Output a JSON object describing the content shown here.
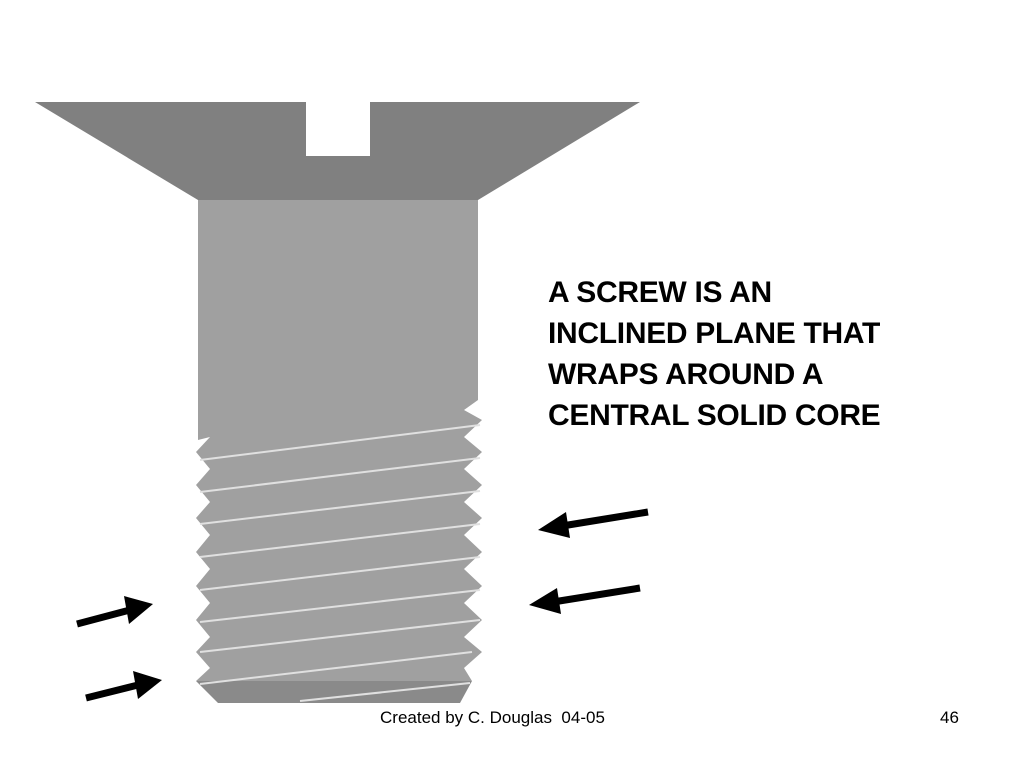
{
  "slide": {
    "caption_lines": [
      "A SCREW IS AN",
      "INCLINED PLANE THAT",
      "WRAPS AROUND A",
      "CENTRAL SOLID CORE"
    ],
    "footer": "Created by C. Douglas  04-05",
    "slide_number": "46"
  },
  "colors": {
    "head": "#808080",
    "shank": "#a0a0a0",
    "tip": "#8a8a8a",
    "thread_line": "#e0e0e0",
    "arrow": "#000000",
    "background": "#ffffff"
  },
  "arrows": [
    {
      "direction": "left",
      "icon": "arrow-left-icon"
    },
    {
      "direction": "left",
      "icon": "arrow-left-icon"
    },
    {
      "direction": "right",
      "icon": "arrow-right-icon"
    },
    {
      "direction": "right",
      "icon": "arrow-right-icon"
    }
  ]
}
